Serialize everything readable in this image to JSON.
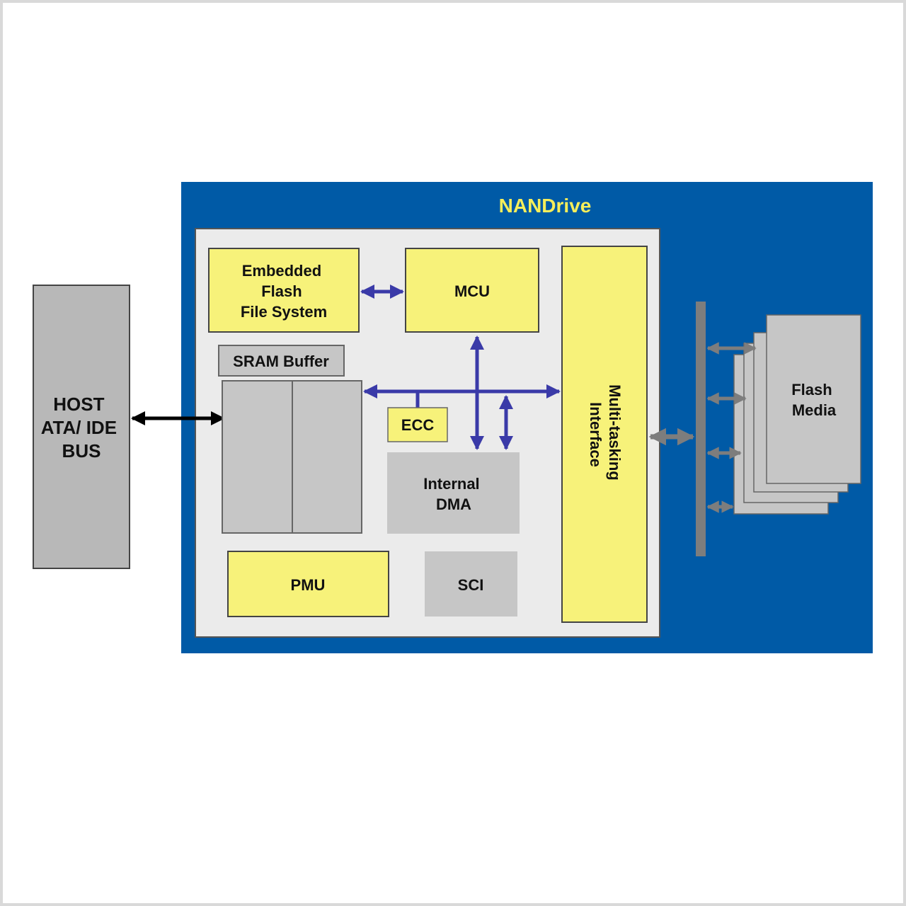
{
  "title": "NANDrive",
  "host": {
    "lines": [
      "HOST",
      "ATA/ IDE",
      "BUS"
    ]
  },
  "blocks": {
    "embedded_fs": {
      "lines": [
        "Embedded",
        "Flash",
        "File System"
      ]
    },
    "mcu": "MCU",
    "sram_buffer": "SRAM Buffer",
    "ecc": "ECC",
    "internal_dma": {
      "lines": [
        "Internal",
        "DMA"
      ]
    },
    "pmu": "PMU",
    "sci": "SCI",
    "multitasking_interface": {
      "lines": [
        "Multi-tasking",
        "Interface"
      ]
    }
  },
  "flash_media": {
    "lines": [
      "Flash",
      "Media"
    ]
  },
  "colors": {
    "outer_blue": "#005aa6",
    "title_yellow": "#f7ee5a",
    "inner_panel": "#ebebeb",
    "block_yellow": "#f7f27a",
    "block_gray": "#c6c6c6",
    "bus_blue": "#3a3aa8",
    "bus_gray": "#7d7d7d",
    "host_gray": "#b8b8b8"
  }
}
